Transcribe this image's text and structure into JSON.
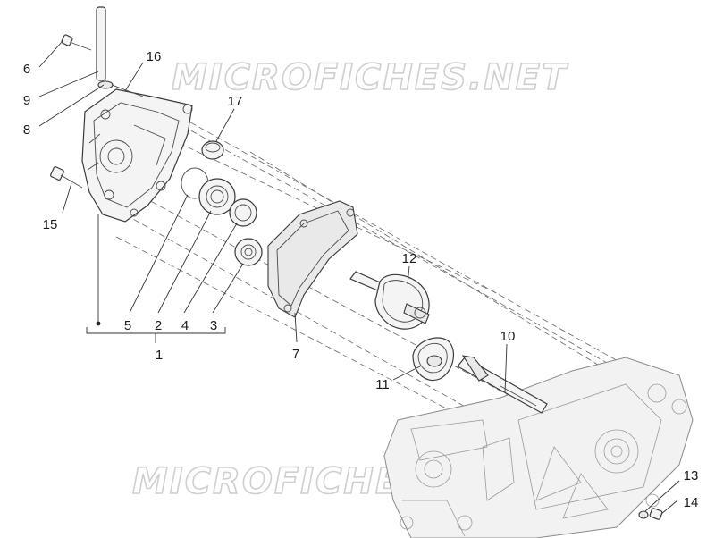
{
  "watermark": {
    "top": "MICROFICHES.NET",
    "bottom": "MICROFICHES.NET"
  },
  "callouts": {
    "c1": "1",
    "c2": "2",
    "c3": "3",
    "c4": "4",
    "c5": "5",
    "c6": "6",
    "c7": "7",
    "c8": "8",
    "c9": "9",
    "c10": "10",
    "c11": "11",
    "c12": "12",
    "c13": "13",
    "c14": "14",
    "c15": "15",
    "c16": "16",
    "c17": "17"
  }
}
